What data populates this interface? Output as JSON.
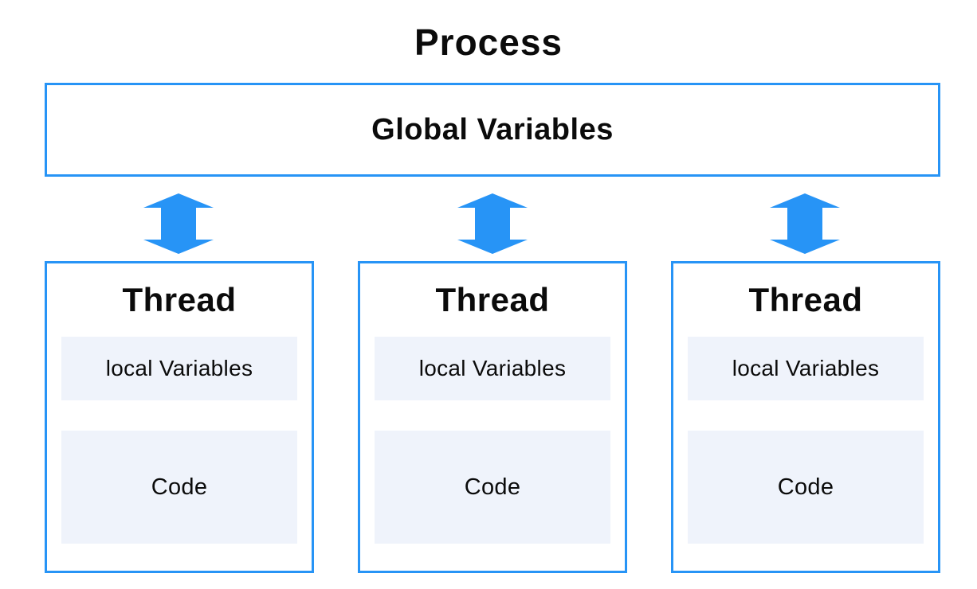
{
  "page": {
    "title": "Process"
  },
  "process": {
    "global_box_label": "Global Variables"
  },
  "threads": [
    {
      "title": "Thread",
      "local_label": "local Variables",
      "code_label": "Code"
    },
    {
      "title": "Thread",
      "local_label": "local Variables",
      "code_label": "Code"
    },
    {
      "title": "Thread",
      "local_label": "local Variables",
      "code_label": "Code"
    }
  ],
  "icons": {
    "arrow": "double-vertical-arrow"
  },
  "colors": {
    "accent_blue": "#2794f6",
    "section_background": "#eff3fb",
    "text": "#0b0b0b",
    "background": "#ffffff"
  }
}
